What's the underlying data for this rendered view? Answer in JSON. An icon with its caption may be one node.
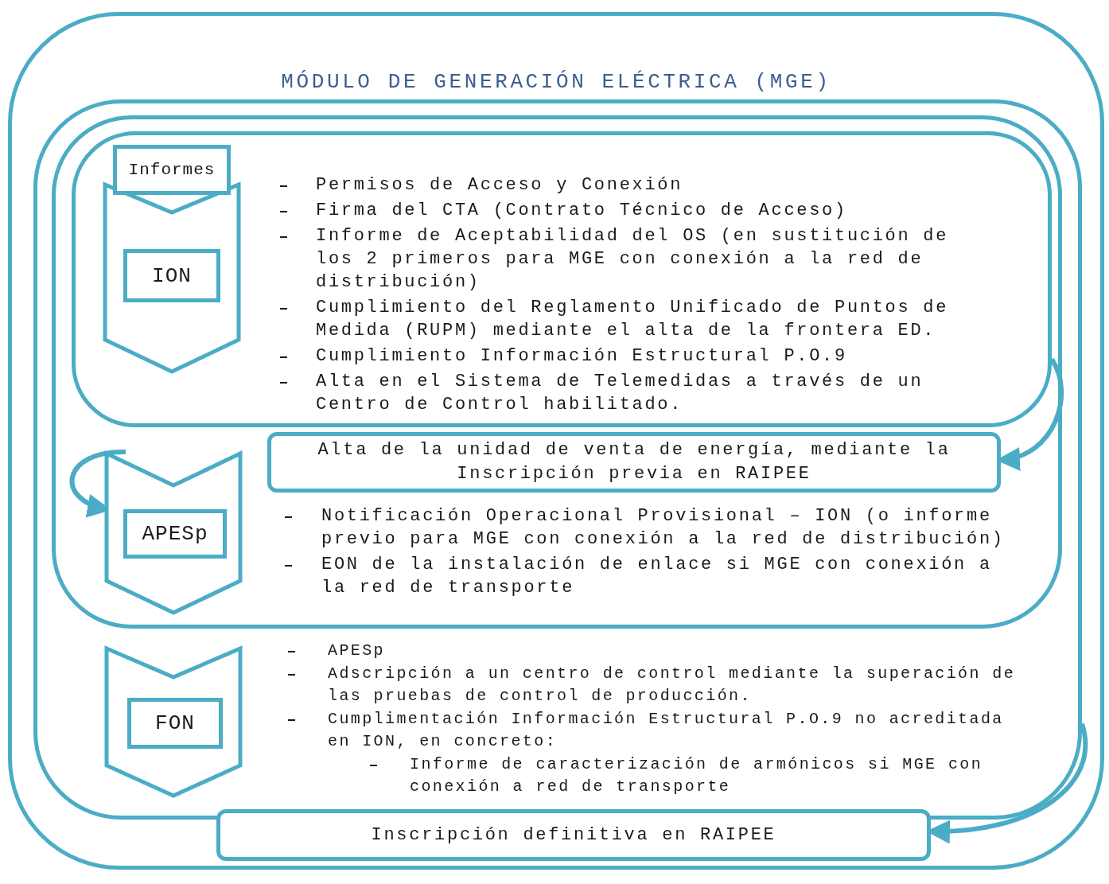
{
  "diagram": {
    "nodes": [
      {
        "text": [
          "MÓDULO DE GENERACIÓN ELÉCTRICA (MGE)"
        ]
      },
      {
        "text": [
          "APESp",
          "Adscripción a un centro de control mediante la superación de las pruebas de control de producción.",
          "Cumplimentación Información Estructural P.O.9 no acreditada en ION, en concreto:",
          "Informe de caracterización de armónicos si MGE con conexión a red de transporte"
        ],
        "in": 0
      },
      {
        "text": [
          "Notificación Operacional Provisional – ION (o informe previo para MGE con conexión a la red de distribución)",
          "EON de la instalación de enlace si MGE con conexión a la red de transporte"
        ],
        "in": 1
      },
      {
        "text": [
          "Permisos de Acceso y Conexión",
          "Firma del CTA (Contrato Técnico de Acceso)",
          "Informe de Aceptabilidad del OS (en sustitución de los 2 primeros para MGE con conexión a la red de distribución)",
          "Cumplimiento del Reglamento Unificado de Puntos de Medida (RUPM) mediante el alta de la frontera ED.",
          "Cumplimiento Información Estructural P.O.9",
          "Alta en el Sistema de Telemedidas a través de un Centro de Control habilitado."
        ],
        "in": 2
      },
      {
        "text": [
          "Informes"
        ],
        "in": 3
      },
      {
        "text": [
          "ION"
        ],
        "in": 3
      },
      {
        "text": [
          "Alta de la unidad de venta de energía, mediante la Inscripción previa en RAIPEE"
        ],
        "in": 2
      },
      {
        "text": [
          "APESp"
        ],
        "in": 2
      },
      {
        "text": [
          "FON"
        ],
        "in": 1
      },
      {
        "text": [
          "Inscripción definitiva en RAIPEE"
        ],
        "in": 0
      }
    ],
    "edges": [
      {
        "from": 3,
        "to": 6,
        "arrow": "to"
      },
      {
        "from": null,
        "to": 7,
        "arrow": "to"
      },
      {
        "from": 1,
        "to": 9,
        "arrow": "to"
      }
    ]
  }
}
